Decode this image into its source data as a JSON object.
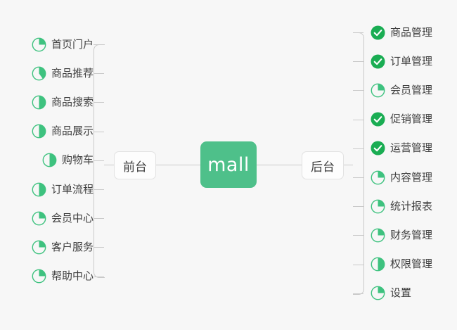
{
  "diagram": {
    "type": "mindmap",
    "title": "mall",
    "background_color": "#f7f7f7",
    "accent_color": "#4ec08a",
    "done_color": "#1aad53",
    "ring_color": "#3ec27f",
    "line_color": "#c9c9c9",
    "text_color": "#3f3f3f",
    "center": {
      "label": "mall"
    },
    "branches": [
      {
        "id": "frontend",
        "label": "前台",
        "side": "left",
        "items": [
          {
            "label": "首页门户",
            "icon": "pie-progress-icon",
            "progress": 25,
            "status": "in-progress"
          },
          {
            "label": "商品推荐",
            "icon": "pie-progress-icon",
            "progress": 40,
            "status": "in-progress"
          },
          {
            "label": "商品搜索",
            "icon": "pie-progress-icon",
            "progress": 50,
            "status": "in-progress"
          },
          {
            "label": "商品展示",
            "icon": "pie-progress-icon",
            "progress": 50,
            "status": "in-progress"
          },
          {
            "label": "购物车",
            "icon": "pie-progress-icon",
            "progress": 50,
            "status": "in-progress"
          },
          {
            "label": "订单流程",
            "icon": "pie-progress-icon",
            "progress": 50,
            "status": "in-progress"
          },
          {
            "label": "会员中心",
            "icon": "pie-progress-icon",
            "progress": 25,
            "status": "in-progress"
          },
          {
            "label": "客户服务",
            "icon": "pie-progress-icon",
            "progress": 25,
            "status": "in-progress"
          },
          {
            "label": "帮助中心",
            "icon": "pie-progress-icon",
            "progress": 25,
            "status": "in-progress"
          }
        ]
      },
      {
        "id": "backend",
        "label": "后台",
        "side": "right",
        "items": [
          {
            "label": "商品管理",
            "icon": "check-circle-icon",
            "progress": 100,
            "status": "done"
          },
          {
            "label": "订单管理",
            "icon": "check-circle-icon",
            "progress": 100,
            "status": "done"
          },
          {
            "label": "会员管理",
            "icon": "pie-progress-icon",
            "progress": 25,
            "status": "in-progress"
          },
          {
            "label": "促销管理",
            "icon": "check-circle-icon",
            "progress": 100,
            "status": "done"
          },
          {
            "label": "运营管理",
            "icon": "check-circle-icon",
            "progress": 100,
            "status": "done"
          },
          {
            "label": "内容管理",
            "icon": "pie-progress-icon",
            "progress": 25,
            "status": "in-progress"
          },
          {
            "label": "统计报表",
            "icon": "pie-progress-icon",
            "progress": 25,
            "status": "in-progress"
          },
          {
            "label": "财务管理",
            "icon": "pie-progress-icon",
            "progress": 25,
            "status": "in-progress"
          },
          {
            "label": "权限管理",
            "icon": "pie-progress-icon",
            "progress": 50,
            "status": "in-progress"
          },
          {
            "label": "设置",
            "icon": "pie-progress-icon",
            "progress": 25,
            "status": "in-progress"
          }
        ]
      }
    ]
  }
}
